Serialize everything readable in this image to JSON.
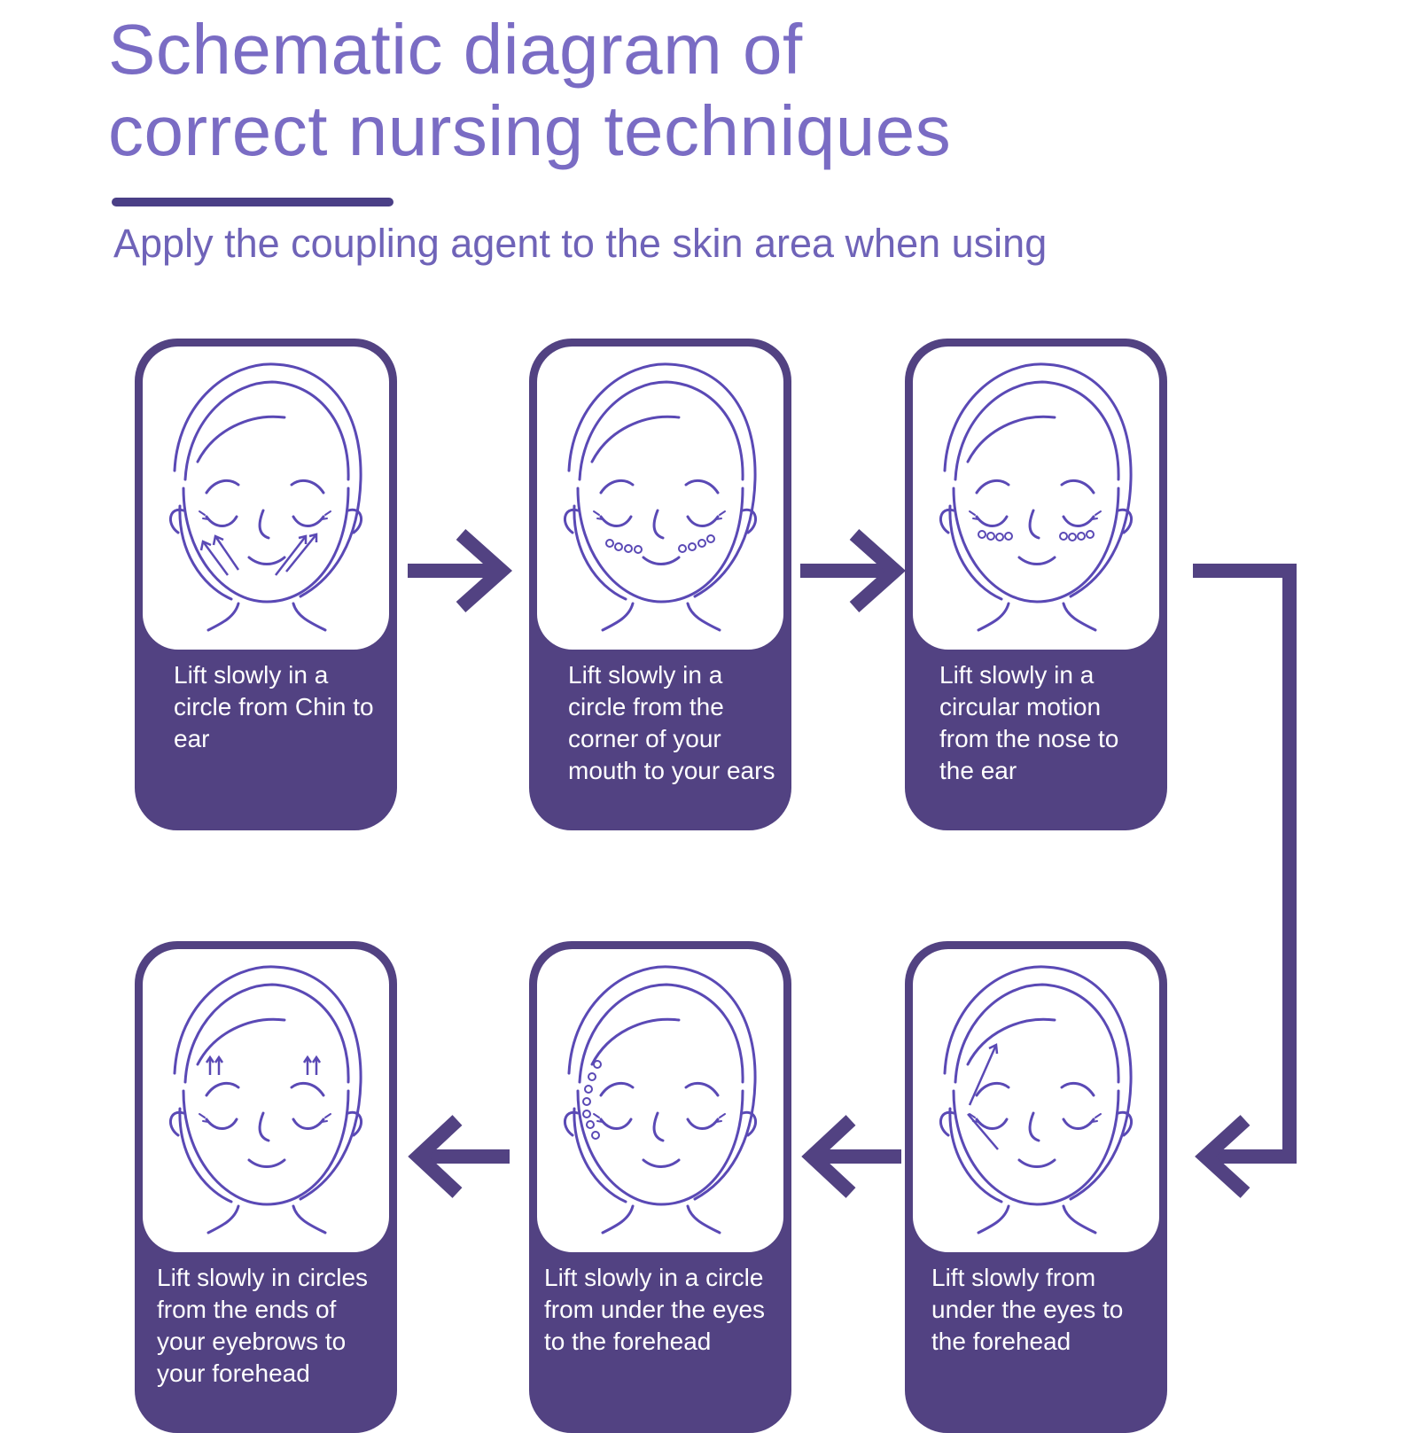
{
  "header": {
    "title_line1": "Schematic diagram of",
    "title_line2": "correct nursing techniques",
    "subtitle": "Apply the coupling agent to the skin area when using"
  },
  "steps": [
    {
      "caption": "Lift slowly in a circle from Chin to ear",
      "massage": "chin-to-ear-arrows"
    },
    {
      "caption": "Lift slowly in a circle from the corner of your mouth to your ears",
      "massage": "mouth-to-ear-circles"
    },
    {
      "caption": "Lift slowly in a circular motion from the nose to the ear",
      "massage": "nose-to-ear-circles"
    },
    {
      "caption": "Lift slowly from under the eyes to the forehead",
      "massage": "eye-to-forehead-arrow"
    },
    {
      "caption": "Lift slowly in a circle from under the eyes to the forehead",
      "massage": "eye-to-forehead-circles"
    },
    {
      "caption": "Lift slowly in circles from the ends of your eyebrows to your forehead",
      "massage": "eyebrow-to-forehead-arrows"
    }
  ],
  "colors": {
    "title": "#7a6cc4",
    "card": "#524282",
    "arrow": "#524282",
    "line_art": "#5a49b5"
  }
}
